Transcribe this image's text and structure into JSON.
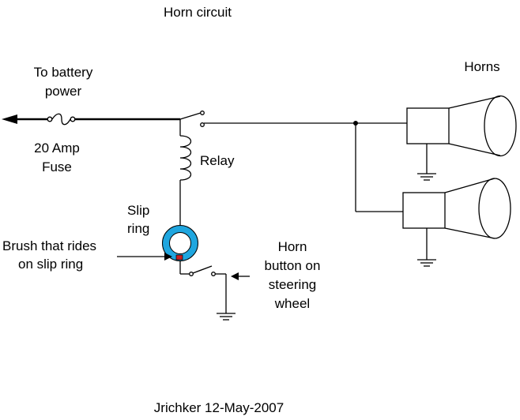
{
  "diagram": {
    "title": "Horn circuit",
    "labels": {
      "battery_line1": "To battery",
      "battery_line2": "power",
      "fuse_line1": "20 Amp",
      "fuse_line2": "Fuse",
      "relay": "Relay",
      "slip_ring_line1": "Slip",
      "slip_ring_line2": "ring",
      "brush_line1": "Brush that rides",
      "brush_line2": "on slip ring",
      "button_line1": "Horn",
      "button_line2": "button on",
      "button_line3": "steering",
      "button_line4": "wheel",
      "horns": "Horns"
    },
    "credit": "Jrichker 12-May-2007",
    "colors": {
      "wire": "#000000",
      "slip_ring": "#1fa6df",
      "brush": "#cc1f1f",
      "background": "#ffffff"
    }
  }
}
